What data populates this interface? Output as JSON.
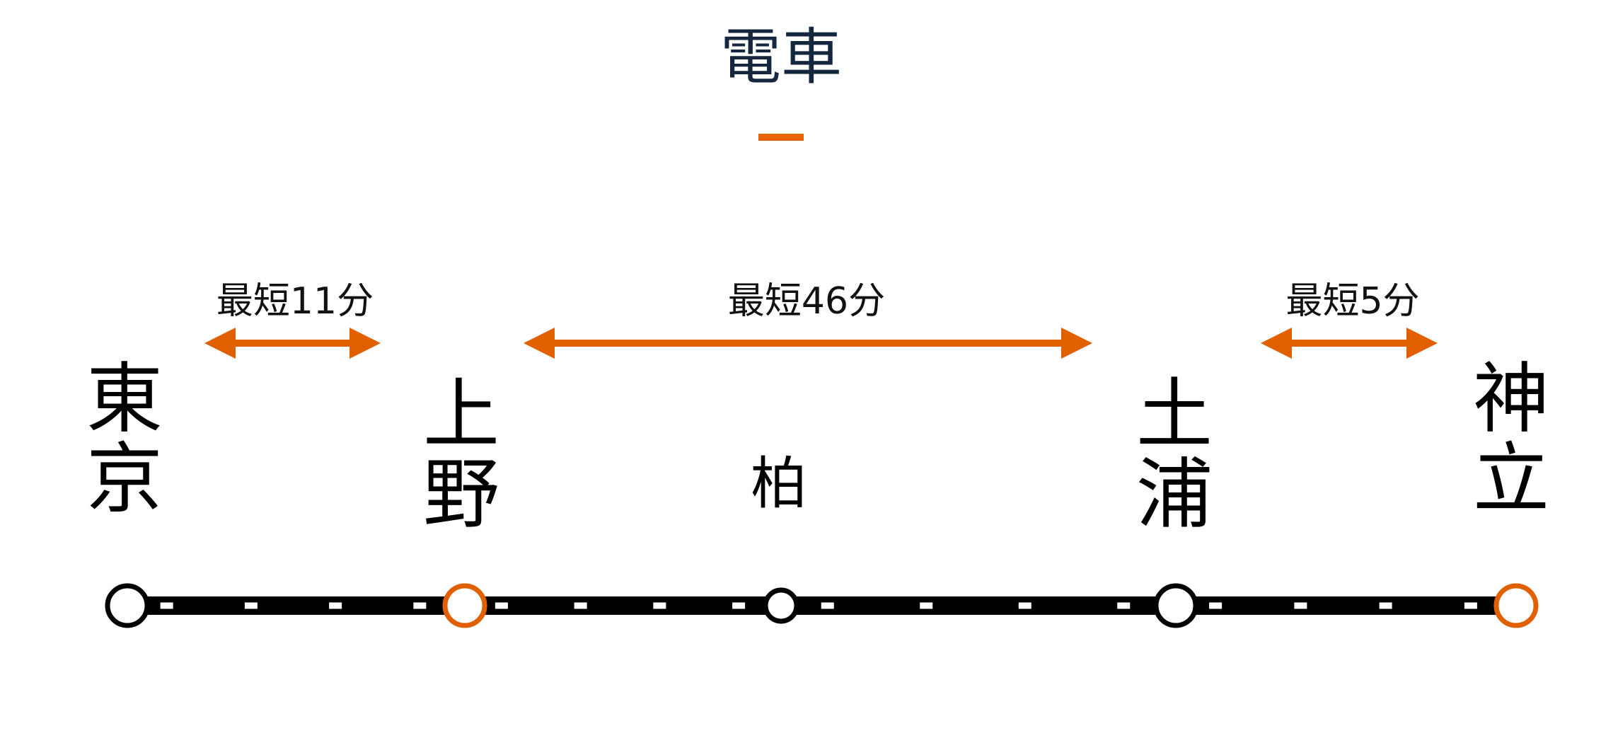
{
  "title": "電車",
  "colors": {
    "accent": "#e06000",
    "title": "#14273e",
    "line": "#000000"
  },
  "stations": [
    {
      "name": [
        "東",
        "京"
      ],
      "highlight": false
    },
    {
      "name": [
        "上",
        "野"
      ],
      "highlight": true
    },
    {
      "name": [
        "柏"
      ],
      "highlight": false
    },
    {
      "name": [
        "土",
        "浦"
      ],
      "highlight": false
    },
    {
      "name": [
        "神",
        "立"
      ],
      "highlight": true
    }
  ],
  "segments": [
    {
      "from": "東京",
      "to": "上野",
      "label": "最短11分"
    },
    {
      "from": "上野",
      "to": "土浦",
      "label": "最短46分"
    },
    {
      "from": "土浦",
      "to": "神立",
      "label": "最短5分"
    }
  ]
}
